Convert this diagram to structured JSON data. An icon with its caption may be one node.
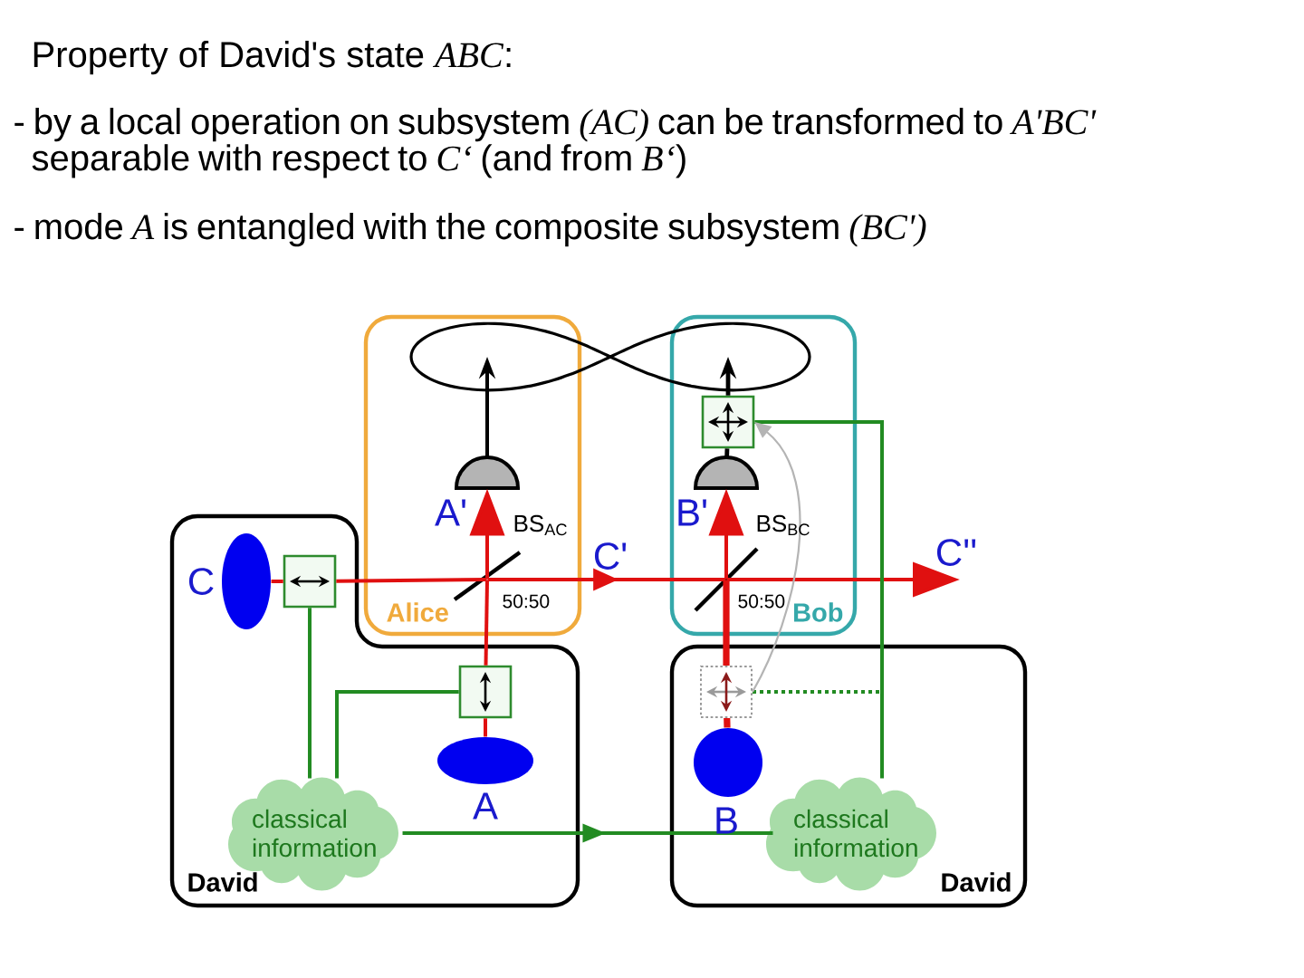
{
  "diagram": {
    "title": "Property of David's state *ABC*:",
    "nodes": [
      {
        "text": [
          "Alice"
        ]
      },
      {
        "text": [],
        "shape": "semicircle",
        "in": 0
      },
      {
        "text": [],
        "shape": "mirror",
        "in": 0,
        "beside": [
          "BS$_{AC}$",
          "50:50"
        ]
      },
      {
        "text": [
          "Bob"
        ]
      },
      {
        "text": [],
        "shape": "box",
        "in": 3
      },
      {
        "text": [],
        "shape": "semicircle",
        "in": 3
      },
      {
        "text": [],
        "shape": "mirror",
        "in": 3,
        "beside": [
          "BS$_{BC}$",
          "50:50"
        ]
      },
      {
        "text": [],
        "shape": "loop"
      },
      {
        "text": [
          "David"
        ]
      },
      {
        "text": [],
        "shape": "ellipse",
        "in": 8,
        "beside": [
          "C"
        ]
      },
      {
        "text": [],
        "shape": "box",
        "in": 8
      },
      {
        "text": [],
        "shape": "box",
        "in": 8
      },
      {
        "text": [],
        "shape": "ellipse",
        "in": 8,
        "beside": [
          "A"
        ]
      },
      {
        "text": [
          "classical information"
        ],
        "in": 8
      },
      {
        "text": [
          "David"
        ]
      },
      {
        "text": [],
        "shape": "box",
        "in": 14
      },
      {
        "text": [],
        "shape": "circle",
        "in": 14,
        "beside": [
          "B"
        ]
      },
      {
        "text": [
          "classical information"
        ],
        "in": 14
      }
    ],
    "edges": [
      {
        "from": 9,
        "to": 10,
        "arrow": "none"
      },
      {
        "from": 10,
        "to": 2,
        "arrow": "none"
      },
      {
        "from": 2,
        "to": 6,
        "arrow": "to",
        "label": "C'"
      },
      {
        "from": 6,
        "to": null,
        "arrow": "to",
        "label": "C''"
      },
      {
        "from": 12,
        "to": 11,
        "arrow": "none"
      },
      {
        "from": 11,
        "to": 2,
        "arrow": "none"
      },
      {
        "from": 2,
        "to": 1,
        "arrow": "to",
        "label": "A'"
      },
      {
        "from": 16,
        "to": 15,
        "arrow": "none",
        "style": "thick"
      },
      {
        "from": 15,
        "to": 6,
        "arrow": "none",
        "style": "thick"
      },
      {
        "from": 6,
        "to": 5,
        "arrow": "to",
        "label": "B'"
      },
      {
        "from": 1,
        "to": 7,
        "arrow": "to",
        "color": "#000000"
      },
      {
        "from": 5,
        "to": 4,
        "arrow": "none",
        "color": "#000000"
      },
      {
        "from": 4,
        "to": 7,
        "arrow": "to",
        "color": "#000000"
      },
      {
        "from": 10,
        "to": 13,
        "arrow": "none",
        "color": "#228b22"
      },
      {
        "from": 11,
        "to": 13,
        "arrow": "none",
        "color": "#228b22"
      },
      {
        "from": 13,
        "to": 17,
        "arrow": "to",
        "color": "#228b22"
      },
      {
        "from": 17,
        "to": 4,
        "arrow": "none",
        "color": "#228b22"
      },
      {
        "from": 15,
        "to": null,
        "arrow": "none",
        "style": "dashed",
        "color": "#228b22"
      },
      {
        "from": 15,
        "to": 4,
        "arrow": "to",
        "color": "#b4b4b4"
      }
    ],
    "labels": [
      "- by a local operation on subsystem *(AC)* can be transformed to *A'BC'* separable with respect to *C‘* (and from *B‘*)",
      "- mode *A* is entangled with the composite subsystem *(BC')*"
    ]
  }
}
